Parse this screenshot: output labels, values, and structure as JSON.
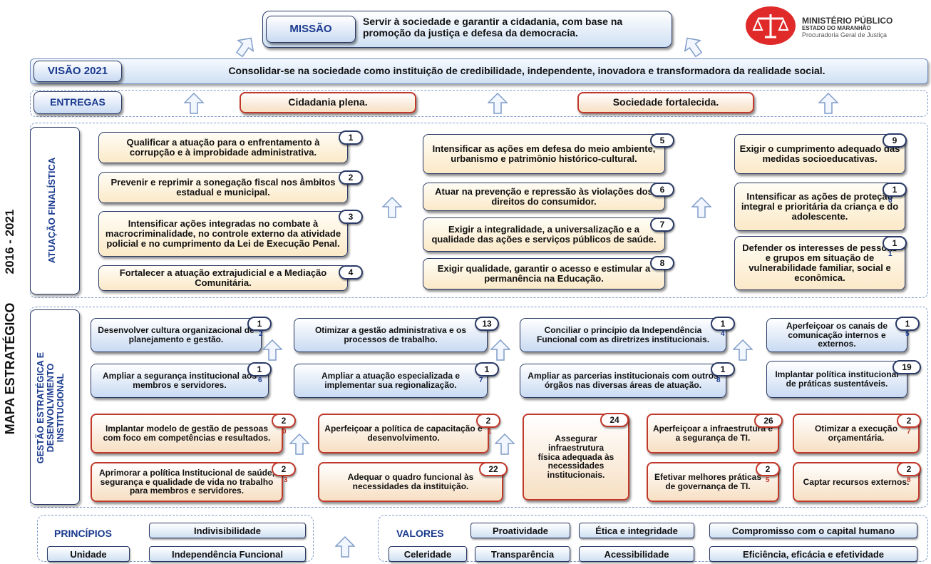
{
  "header": {
    "missao_label": "MISSÃO",
    "missao_text": "Servir à sociedade e garantir a cidadania, com base na promoção da justiça e defesa da democracia.",
    "logo_title": "MINISTÉRIO PÚBLICO",
    "logo_state": "ESTADO DO MARANHÃO",
    "logo_sub": "Procuradoria Geral de Justiça",
    "logo_color": "#e02a2a"
  },
  "side_title": "MAPA ESTRATÉGICO",
  "side_period": "2016 - 2021",
  "visao": {
    "label": "VISÃO 2021",
    "text": "Consolidar-se na sociedade como instituição de credibilidade, independente, inovadora e transformadora da realidade social."
  },
  "entregas": {
    "label": "ENTREGAS",
    "items": [
      "Cidadania plena.",
      "Sociedade fortalecida."
    ]
  },
  "atuacao": {
    "label": "ATUAÇÃO FINALÍSTICA",
    "items": [
      {
        "text": "Qualificar a atuação para o enfrentamento à corrupção e à improbidade administrativa.",
        "badge": "1",
        "badge2": ""
      },
      {
        "text": "Prevenir e reprimir a sonegação fiscal nos âmbitos estadual e municipal.",
        "badge": "2",
        "badge2": ""
      },
      {
        "text": "Intensificar ações integradas no combate à macrocriminalidade, no controle externo da atividade policial e no cumprimento da Lei de Execução Penal.",
        "badge": "3",
        "badge2": ""
      },
      {
        "text": "Fortalecer a atuação extrajudicial e a Mediação Comunitária.",
        "badge": "4",
        "badge2": ""
      },
      {
        "text": "Intensificar as ações em defesa do meio ambiente, urbanismo e patrimônio histórico-cultural.",
        "badge": "5",
        "badge2": ""
      },
      {
        "text": "Atuar na prevenção e repressão às violações dos direitos do consumidor.",
        "badge": "6",
        "badge2": ""
      },
      {
        "text": "Exigir a integralidade, a universalização e a qualidade das ações e serviços públicos de saúde.",
        "badge": "7",
        "badge2": ""
      },
      {
        "text": "Exigir qualidade, garantir o acesso e estimular a permanência na Educação.",
        "badge": "8",
        "badge2": ""
      },
      {
        "text": "Exigir o cumprimento adequado das medidas socioeducativas.",
        "badge": "9",
        "badge2": ""
      },
      {
        "text": "Intensificar as ações de proteção integral e prioritária da criança e do adolescente.",
        "badge": "1",
        "badge2": "0"
      },
      {
        "text": "Defender os interesses de pessoas e grupos em situação de vulnerabilidade familiar, social e econômica.",
        "badge": "1",
        "badge2": "1"
      }
    ]
  },
  "gestao": {
    "label_line1": "GESTÃO ESTRATÉGICA E",
    "label_line2": "DESENVOLVIMENTO",
    "label_line3": "INSTITUCIONAL",
    "items": [
      {
        "text": "Desenvolver cultura organizacional de planejamento e gestão.",
        "badge": "1",
        "badge2": "2"
      },
      {
        "text": "Otimizar a gestão administrativa e os processos de trabalho.",
        "badge": "13",
        "badge2": ""
      },
      {
        "text": "Conciliar o princípio da Independência Funcional com as diretrizes institucionais.",
        "badge": "1",
        "badge2": "4"
      },
      {
        "text": "Aperfeiçoar os canais de comunicação internos e externos.",
        "badge": "1",
        "badge2": "5"
      },
      {
        "text": "Ampliar a segurança institucional aos membros e servidores.",
        "badge": "1",
        "badge2": "6"
      },
      {
        "text": "Ampliar a atuação especializada e implementar sua regionalização.",
        "badge": "1",
        "badge2": "7"
      },
      {
        "text": "Ampliar as parcerias institucionais com outros órgãos nas diversas áreas de atuação.",
        "badge": "1",
        "badge2": "8"
      },
      {
        "text": "Implantar política institucional de práticas sustentáveis.",
        "badge": "19",
        "badge2": ""
      },
      {
        "text": "Implantar modelo de gestão de pessoas com foco em competências e resultados.",
        "badge": "2",
        "badge2": "0"
      },
      {
        "text": "Aperfeiçoar a política de capacitação e desenvolvimento.",
        "badge": "2",
        "badge2": "1"
      },
      {
        "text": "Assegurar infraestrutura física adequada às necessidades institucionais.",
        "badge": "24",
        "badge2": ""
      },
      {
        "text": "Aperfeiçoar a infraestrutura e a segurança de TI.",
        "badge": "26",
        "badge2": ""
      },
      {
        "text": "Otimizar a execução orçamentária.",
        "badge": "2",
        "badge2": "7"
      },
      {
        "text": "Aprimorar a política Institucional de saúde, segurança e qualidade de vida no trabalho para membros e servidores.",
        "badge": "2",
        "badge2": "3"
      },
      {
        "text": "Adequar o quadro funcional às necessidades da instituição.",
        "badge": "22",
        "badge2": ""
      },
      {
        "text": "Efetivar melhores práticas de governança de TI.",
        "badge": "2",
        "badge2": "5"
      },
      {
        "text": "Captar recursos externos.",
        "badge": "2",
        "badge2": "8"
      }
    ]
  },
  "principios": {
    "label": "PRINCÍPIOS",
    "items": [
      "Indivisibilidade",
      "Unidade",
      "Independência Funcional"
    ]
  },
  "valores": {
    "label": "VALORES",
    "items": [
      "Proatividade",
      "Ética e integridade",
      "Compromisso com o capital humano",
      "Celeridade",
      "Transparência",
      "Acessibilidade",
      "Eficiência, eficácia e efetividade"
    ]
  }
}
